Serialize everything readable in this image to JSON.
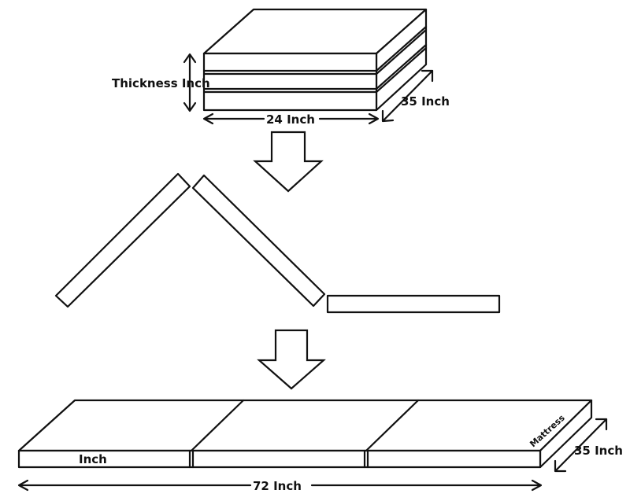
{
  "folded": {
    "thickness_label": "Thickness Inch",
    "width_label": "24 Inch",
    "depth_label": "35 Inch"
  },
  "unfolded": {
    "thickness_label": "Inch",
    "brand_label": "Mattress",
    "depth_label": "35 Inch",
    "length_label": "72 Inch"
  },
  "colors": {
    "line": "#111111",
    "background": "#ffffff"
  }
}
